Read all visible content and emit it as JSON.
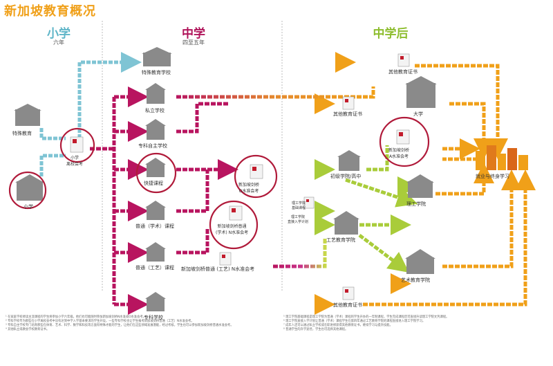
{
  "title": "新加坡教育概况",
  "columns": {
    "primary": {
      "title": "小学",
      "sub": "六年",
      "color": "#5fb5c8"
    },
    "secondary": {
      "title": "中学",
      "sub": "四至五年",
      "color": "#b0145a"
    },
    "post": {
      "title": "中学后",
      "color": "#8dbd2e"
    }
  },
  "nodes": {
    "special_ed": "特殊教育",
    "primary_school": "小学",
    "psle": "小学\n离校会考",
    "special_school": "特殊教育学校",
    "private_school": "私立学校",
    "specialized_indep": "专科自主学校",
    "express": "快捷课程",
    "normal_academic": "普通（学术）课程",
    "normal_technical": "普通（工艺）课程",
    "specialized_school": "专科学校",
    "o_level": "新加坡剑桥\nO水准会考",
    "n_level_na": "新加坡剑桥普通\n(学术) N水准会考",
    "n_level_nt": "新加坡剑桥普通 (工艺) N水准会考",
    "other_cert_top": "其他教育证书",
    "other_cert_mid": "其他教育证书",
    "other_cert_bottom": "其他教育证书",
    "university": "大学",
    "a_level": "新加坡剑桥\nA水准会考",
    "jc": "初级学院/高中",
    "poly_foundation": "理工学院\n基础课程",
    "poly_direct": "理工学院\n直接入学计划",
    "poly": "理工学院",
    "ite": "工艺教育学院",
    "arts": "艺术教育学院",
    "career": "就业与终身学习"
  },
  "footnotes": {
    "left": [
      "¹ 在家庭学校修读主流课程的学生将参加小学六年级。他们也可能随时参加新加坡剑桥N水准或O水准会考。",
      "² 专科学校专为那些在小学离校会考中没有达到中学入学基本要求的学生开设，一些专科学校也让学生报考新加坡剑桥普通（工艺）N水准会考。",
      "³ 专科自主学校专门培育那些在体育、艺术、科学、数学和科技等方面有特殊才能的学生，让他们在这些领域发展潜能，经过考核，学生也可以参加新加坡剑桥普通水准会考。",
      "⁴ 其他私立或教会学校教育证书。"
    ],
    "right": [
      "⁵ 理工学院基础课程是理工学院为普通（学术）课程的学生开办的一年制课程，学生完成课程后可直接升读理工学院文凭课程。",
      "⁶ 理工学院直接入学计划让普通（学术）课程学生在第四年通过工艺教育学院的课程直接进入理工学院学习。",
      "⁷ 成年人还可以通过私立学校或在职进修获得其他教育证书，继续学习与提升技能。",
      "⁸ 普通学生的升学途径，学生也可选择其他课程。"
    ]
  },
  "colors": {
    "primary_line": "#7fc4d4",
    "secondary_line": "#b8145f",
    "post_line": "#f0a019",
    "post_green": "#a9cc3a",
    "circle": "#b01a3a",
    "building": "#8a8a8a",
    "cert": "#c21c2c"
  }
}
